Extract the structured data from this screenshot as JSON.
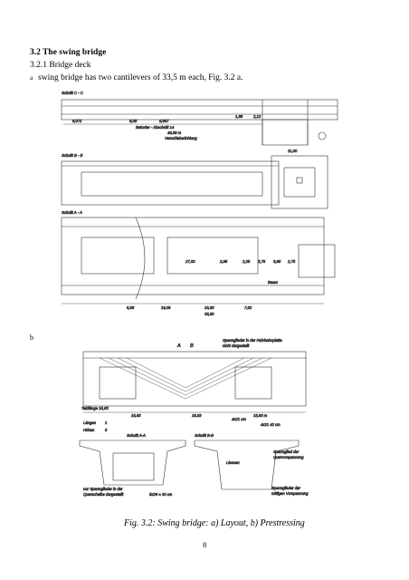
{
  "section": {
    "title": "3.2    The swing bridge"
  },
  "subsection": {
    "title": "3.2.1  Bridge deck"
  },
  "body": {
    "marker": "a",
    "text": "swing bridge has two cantilevers of 33,5 m each, Fig. 3.2 a."
  },
  "figure": {
    "panel_b_label": "b",
    "caption": "Fig. 3.2: Swing bridge: a) Layout, b) Prestressing",
    "drawing_a": {
      "section_labels": [
        "Schnitt  C - C",
        "Schnitt  B - B",
        "Schnitt  A - A"
      ],
      "dimensions": [
        "8,071",
        "8,08",
        "8,657",
        "1,88",
        "2,12",
        "11,00",
        "48,58 m",
        "Betonier - Abschnitt 14",
        "Verschieberichtung",
        "5,58",
        "19,05",
        "15,63",
        "7,82",
        "33,50",
        "27,00",
        "2,95",
        "2,25",
        "3,75",
        "3,95",
        "2,75",
        "Beam"
      ]
    },
    "drawing_b": {
      "annotations": [
        "Spannglieder in der Fahrbahnplatte",
        "nicht dargestellt",
        "Taktlänge 15,63",
        "Längen",
        "Höhen",
        "1",
        "5",
        "15,63",
        "15,63 m",
        "Schnitt A-A",
        "Schnitt B-B",
        "4x21 cm",
        "4x21  42 cm",
        "Lisenen",
        "Spannglied der",
        "Quervorspannung",
        "Spannglieder der",
        "mittigen Vorspannung",
        "nur Spannglieder in der",
        "Querscheibe dargestellt",
        "5x26 = 10 cm",
        "A",
        "B"
      ]
    }
  },
  "page": {
    "number": "8"
  }
}
